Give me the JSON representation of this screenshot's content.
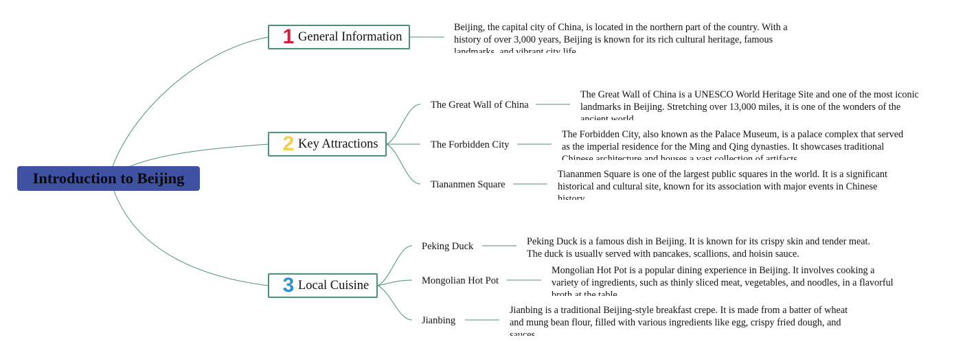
{
  "root": {
    "title": "Introduction to Beijing"
  },
  "colors": {
    "root_fill": "#3f51a3",
    "branch_border": "#4a8f7d",
    "line": "#4a8f7d",
    "num1": "#d81e3a",
    "num2": "#f2d048",
    "num3": "#2b92d0"
  },
  "branches": [
    {
      "number": "1",
      "label": "General Information",
      "description": "Beijing, the capital city of China, is located in the northern part of the country. With a history of over 3,000 years, Beijing is known for its rich cultural heritage, famous landmarks, and vibrant city life."
    },
    {
      "number": "2",
      "label": "Key Attractions",
      "children": [
        {
          "label": "The Great Wall of China",
          "description": "The Great Wall of China is a UNESCO World Heritage Site and one of the most iconic landmarks in Beijing. Stretching over 13,000 miles, it is one of the wonders of the ancient world."
        },
        {
          "label": "The Forbidden City",
          "description": "The Forbidden City, also known as the Palace Museum, is a palace complex that served as the imperial residence for the Ming and Qing dynasties. It showcases traditional Chinese architecture and houses a vast collection of artifacts."
        },
        {
          "label": "Tiananmen Square",
          "description": "Tiananmen Square is one of the largest public squares in the world. It is a significant historical and cultural site, known for its association with major events in Chinese history."
        }
      ]
    },
    {
      "number": "3",
      "label": "Local Cuisine",
      "children": [
        {
          "label": "Peking Duck",
          "description": "Peking Duck is a famous dish in Beijing. It is known for its crispy skin and tender meat. The duck is usually served with pancakes, scallions, and hoisin sauce."
        },
        {
          "label": "Mongolian Hot Pot",
          "description": "Mongolian Hot Pot is a popular dining experience in Beijing. It involves cooking a variety of ingredients, such as thinly sliced meat, vegetables, and noodles, in a flavorful broth at the table."
        },
        {
          "label": "Jianbing",
          "description": "Jianbing is a traditional Beijing-style breakfast crepe. It is made from a batter of wheat and mung bean flour, filled with various ingredients like egg, crispy fried dough, and sauces."
        }
      ]
    }
  ]
}
